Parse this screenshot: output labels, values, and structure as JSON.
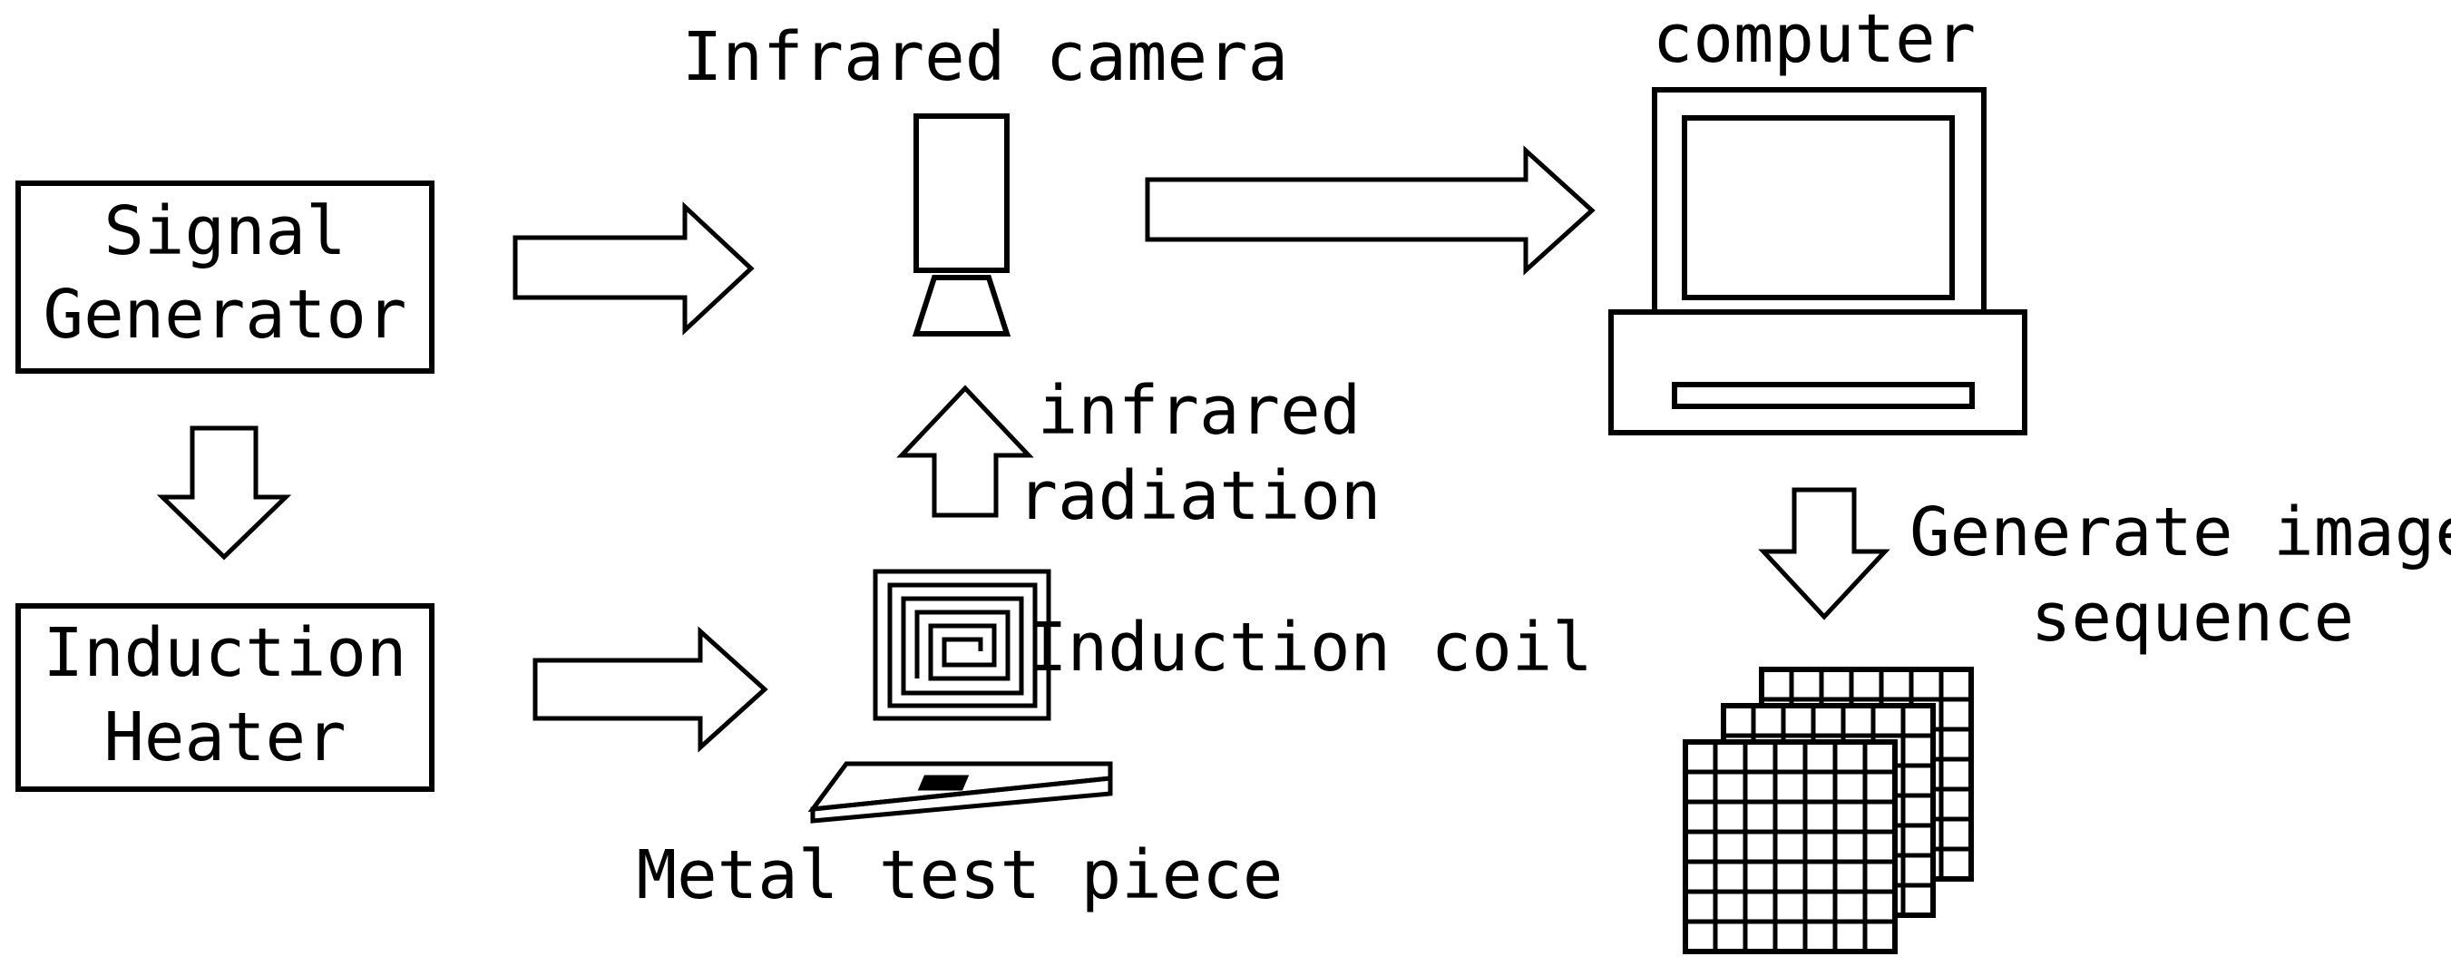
{
  "blocks": {
    "signal_generator": [
      "Signal",
      "Generator"
    ],
    "induction_heater": [
      "Induction",
      "Heater"
    ]
  },
  "labels": {
    "infrared_camera": "Infrared camera",
    "computer": "computer",
    "infrared_radiation": [
      "infrared",
      "radiation"
    ],
    "induction_coil": "Induction coil",
    "metal_test_piece": "Metal test piece",
    "generate_image_sequence": [
      "Generate image",
      "sequence"
    ]
  },
  "colors": {
    "line": "#000000",
    "background": "#ffffff"
  }
}
